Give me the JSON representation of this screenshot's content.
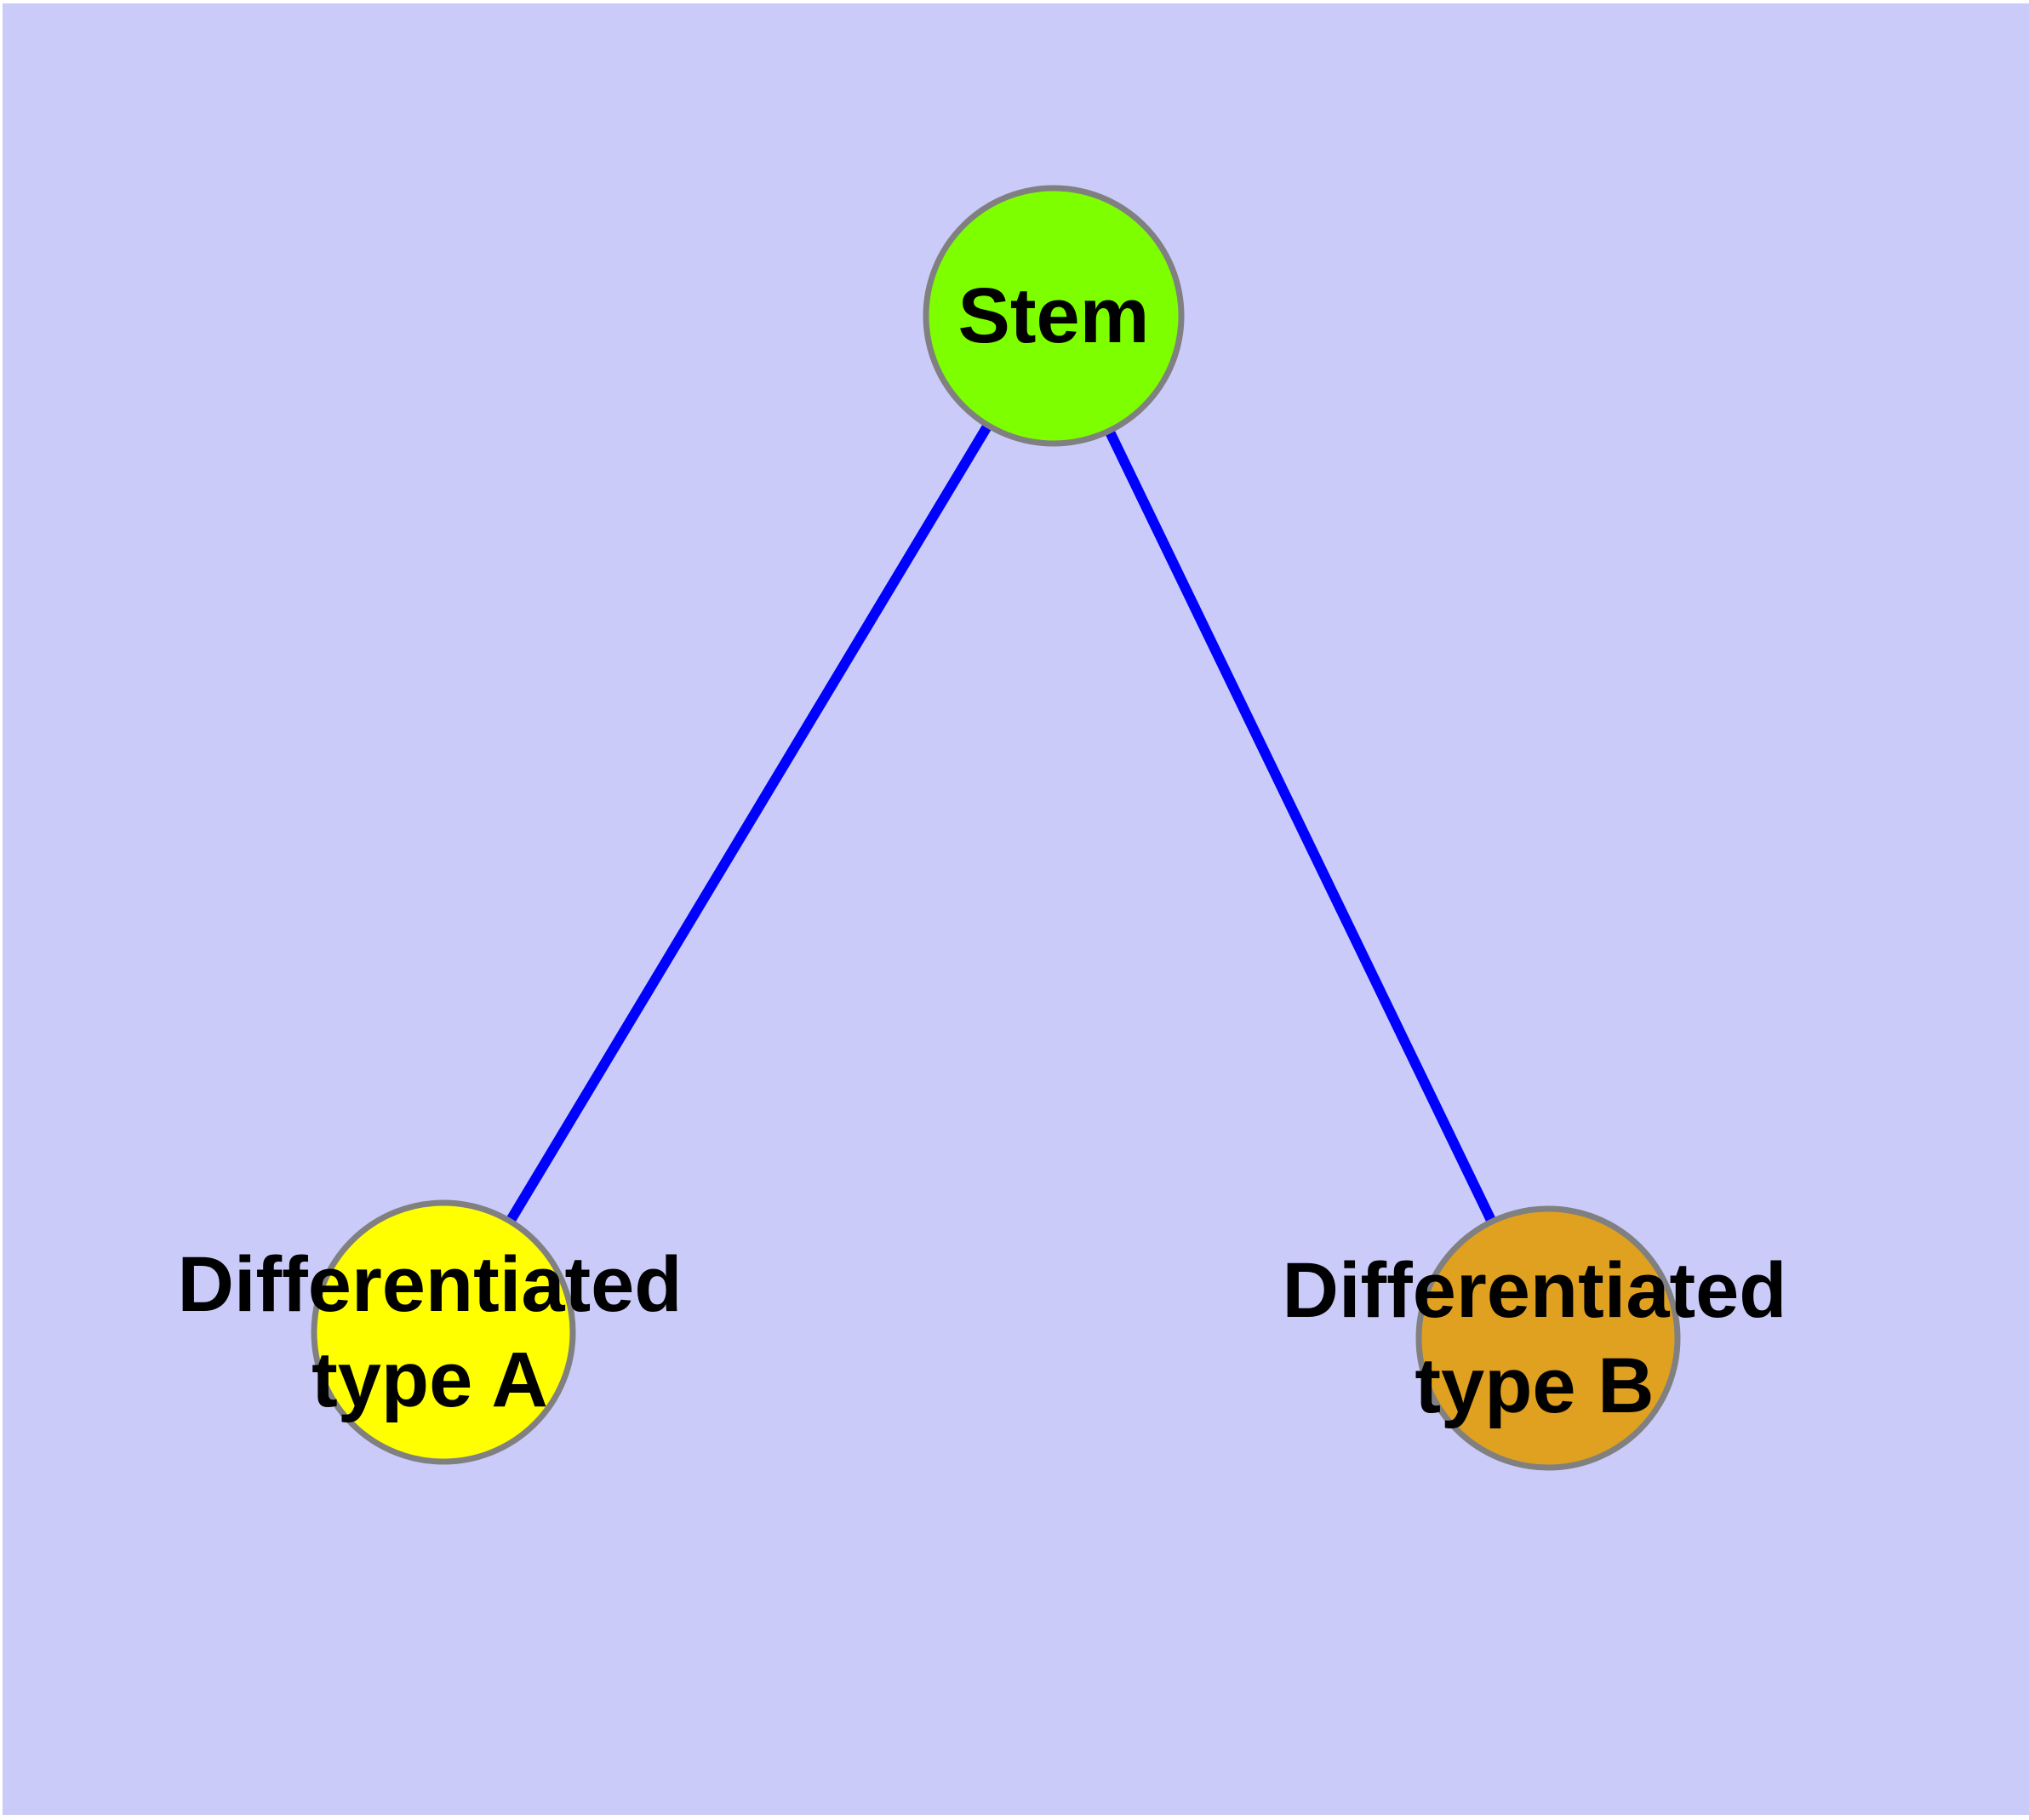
{
  "diagram": {
    "background_color": "#cbcbf9",
    "edge_color": "#0000ff",
    "node_border_color": "#808080",
    "nodes": [
      {
        "id": "stem",
        "label": "Stem",
        "fill": "#7dff00"
      },
      {
        "id": "type-a",
        "label_line1": "Differentiated",
        "label_line2": "type A",
        "fill": "#ffff00"
      },
      {
        "id": "type-b",
        "label_line1": "Differentiated",
        "label_line2": "type B",
        "fill": "#e0a020"
      }
    ],
    "edges": [
      {
        "from": "Stem",
        "to": "Differentiated type A"
      },
      {
        "from": "Stem",
        "to": "Differentiated type B"
      }
    ]
  }
}
